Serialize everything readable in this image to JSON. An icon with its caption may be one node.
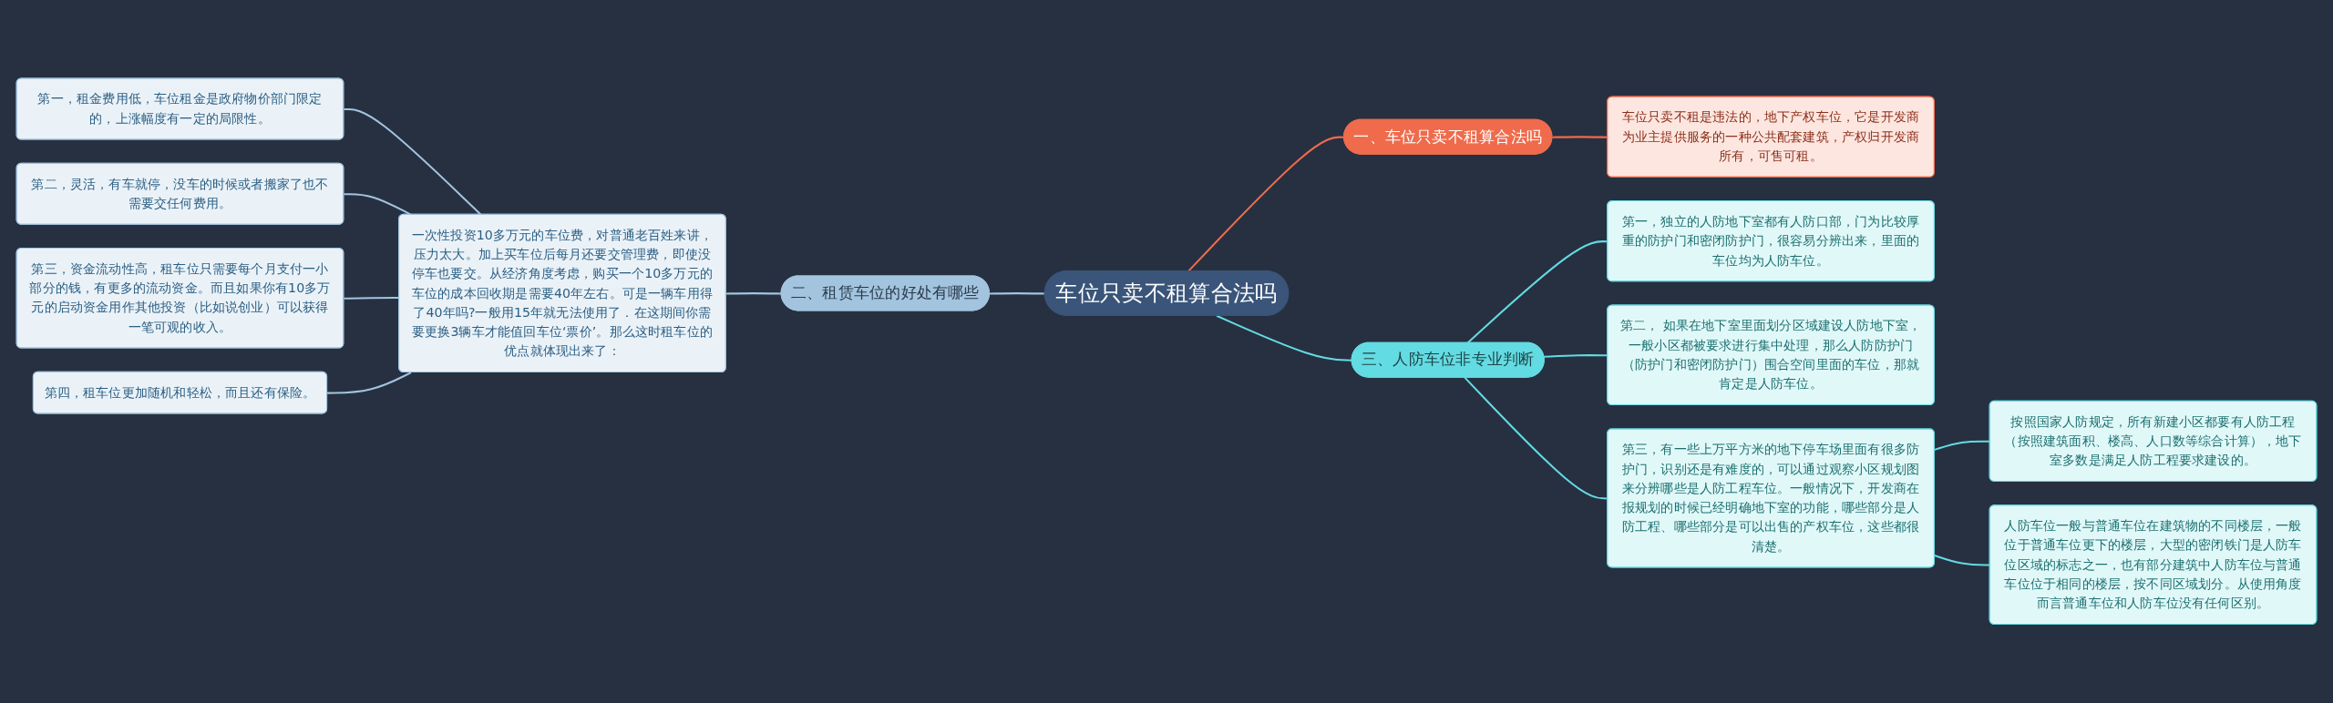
{
  "diagram": {
    "nodes": [
      {
        "text": [
          "车位只卖不租算合法吗"
        ]
      },
      {
        "text": [
          "一、车位只卖不租算合法吗"
        ]
      },
      {
        "text": [
          "车位只卖不租是违法的，地下产权车位，它是开发商为业主提供服务的一种公共配套建筑，产权归开发商所有，可售可租。"
        ]
      },
      {
        "text": [
          "二、租赁车位的好处有哪些"
        ]
      },
      {
        "text": [
          "一次性投资10多万元的车位费，对普通老百姓来讲，压力太大。加上买车位后每月还要交管理费，即使没停车也要交。从经济角度考虑，购买一个10多万元的车位的成本回收期是需要40年左右。可是一辆车用得了40年吗?一般用15年就无法使用了．在这期间你需要更换3辆车才能值回车位‘票价’。那么这时租车位的优点就体现出来了："
        ]
      },
      {
        "text": [
          "第一，租金费用低，车位租金是政府物价部门限定的，上涨幅度有一定的局限性。"
        ]
      },
      {
        "text": [
          "第二，灵活，有车就停，没车的时候或者搬家了也不需要交任何费用。"
        ]
      },
      {
        "text": [
          "第三，资金流动性高，租车位只需要每个月支付一小部分的钱，有更多的流动资金。而且如果你有10多万元的启动资金用作其他投资（比如说创业）可以获得一笔可观的收入。"
        ]
      },
      {
        "text": [
          "第四，租车位更加随机和轻松，而且还有保险。"
        ]
      },
      {
        "text": [
          "三、人防车位非专业判断"
        ]
      },
      {
        "text": [
          "第一，独立的人防地下室都有人防口部，门为比较厚重的防护门和密闭防护门，很容易分辨出来，里面的车位均为人防车位。"
        ]
      },
      {
        "text": [
          "第二， 如果在地下室里面划分区域建设人防地下室，一般小区都被要求进行集中处理，那么人防防护门（防护门和密闭防护门）围合空间里面的车位，那就肯定是人防车位。"
        ]
      },
      {
        "text": [
          "第三，有一些上万平方米的地下停车场里面有很多防护门，识别还是有难度的，可以通过观察小区规划图来分辨哪些是人防工程车位。一般情况下，开发商在报规划的时候已经明确地下室的功能，哪些部分是人防工程、哪些部分是可以出售的产权车位，这些都很清楚。"
        ]
      },
      {
        "text": [
          "按照国家人防规定，所有新建小区都要有人防工程（按照建筑面积、楼高、人口数等综合计算），地下室多数是满足人防工程要求建设的。"
        ]
      },
      {
        "text": [
          "人防车位一般与普通车位在建筑物的不同楼层，一般位于普通车位更下的楼层，大型的密闭铁门是人防车位区域的标志之一，也有部分建筑中人防车位与普通车位位于相同的楼层，按不同区域划分。从使用角度而言普通车位和人防车位没有任何区别。"
        ]
      }
    ],
    "edges": [
      {
        "from": 0,
        "to": 1,
        "arrow": "none",
        "color": "#ef6b4c"
      },
      {
        "from": 1,
        "to": 2,
        "arrow": "none",
        "color": "#ef6b4c"
      },
      {
        "from": 3,
        "to": 0,
        "arrow": "none",
        "color": "#a3c4de"
      },
      {
        "from": 4,
        "to": 3,
        "arrow": "none",
        "color": "#a3c4de"
      },
      {
        "from": 5,
        "to": 4,
        "arrow": "none",
        "color": "#a3c4de"
      },
      {
        "from": 6,
        "to": 4,
        "arrow": "none",
        "color": "#a3c4de"
      },
      {
        "from": 7,
        "to": 4,
        "arrow": "none",
        "color": "#a3c4de"
      },
      {
        "from": 8,
        "to": 4,
        "arrow": "none",
        "color": "#a3c4de"
      },
      {
        "from": 0,
        "to": 9,
        "arrow": "none",
        "color": "#63dbe2"
      },
      {
        "from": 9,
        "to": 10,
        "arrow": "none",
        "color": "#63dbe2"
      },
      {
        "from": 9,
        "to": 11,
        "arrow": "none",
        "color": "#63dbe2"
      },
      {
        "from": 9,
        "to": 12,
        "arrow": "none",
        "color": "#63dbe2"
      },
      {
        "from": 12,
        "to": 13,
        "arrow": "none",
        "color": "#63dbe2"
      },
      {
        "from": 12,
        "to": 14,
        "arrow": "none",
        "color": "#63dbe2"
      }
    ]
  }
}
